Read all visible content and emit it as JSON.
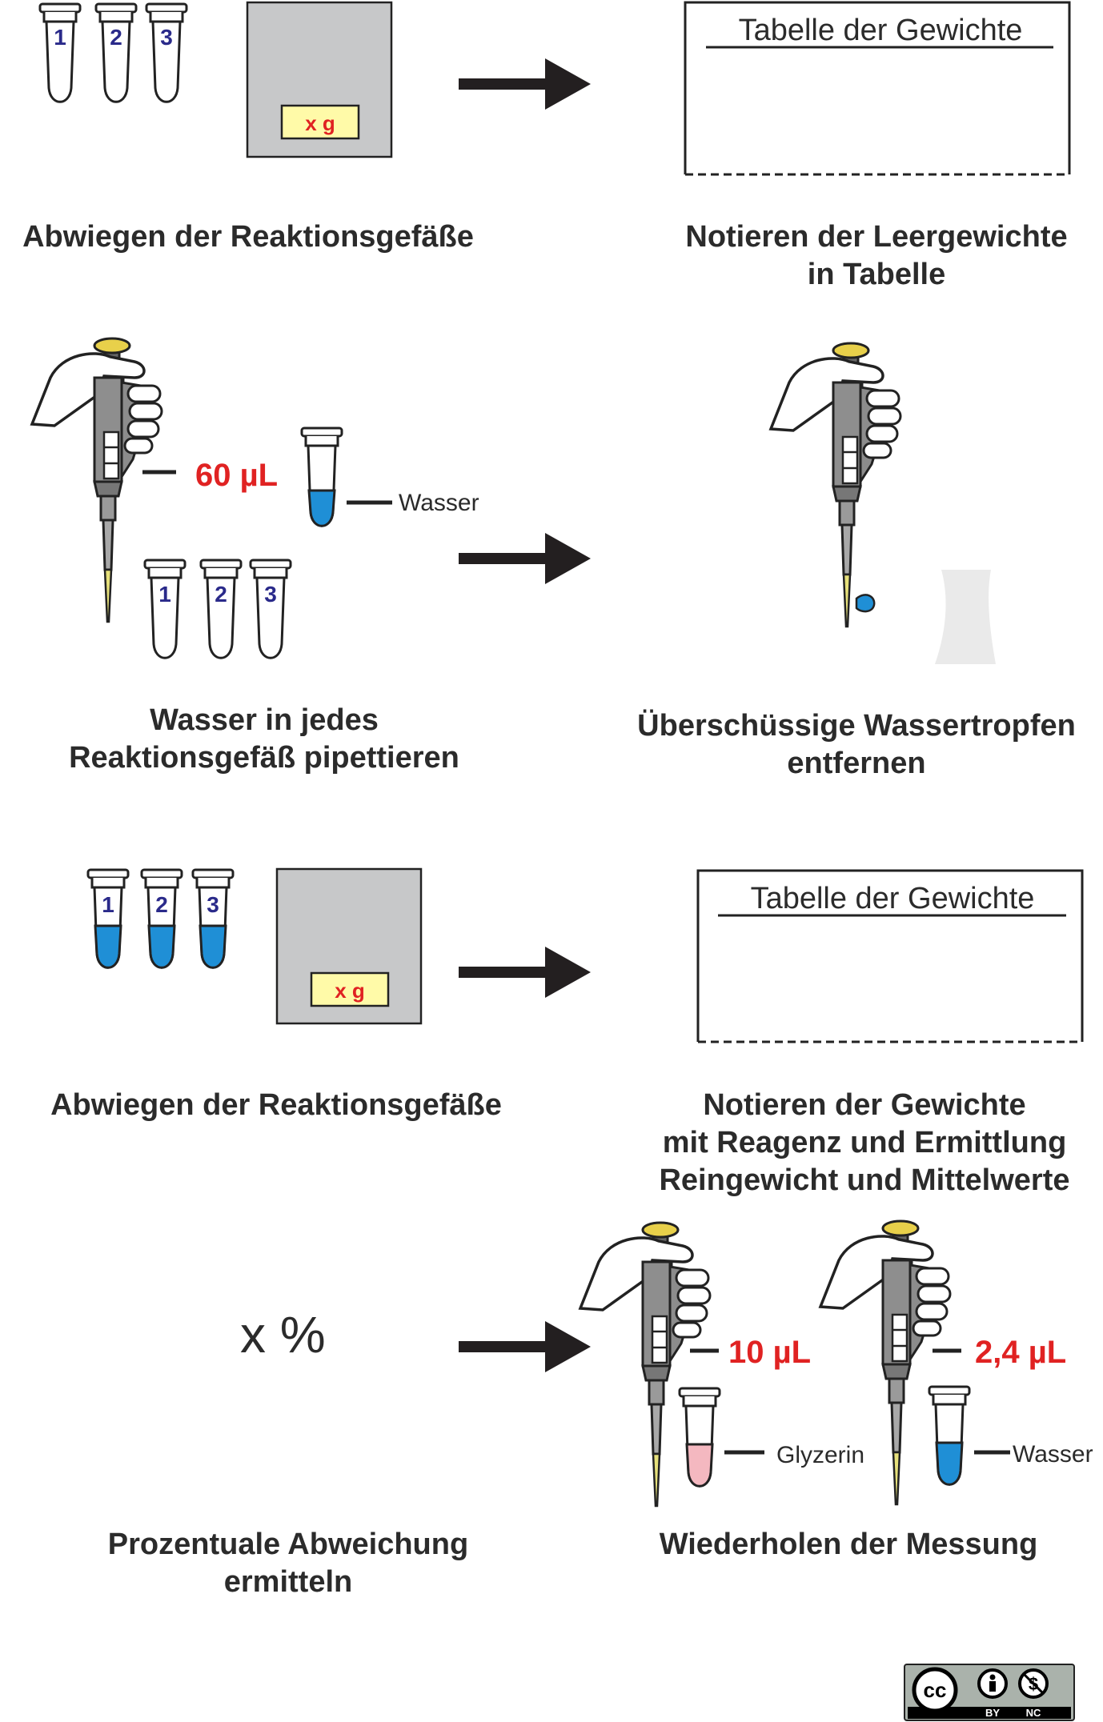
{
  "captions": {
    "weigh_empty": "Abwiegen der Reaktionsgefäße",
    "note_empty": [
      "Notieren der Leergewichte",
      "in Tabelle"
    ],
    "pipette_water": [
      "Wasser in jedes",
      "Reaktionsgefäß pipettieren"
    ],
    "remove_drops": [
      "Überschüssige Wassertropfen",
      "entfernen"
    ],
    "weigh_filled": "Abwiegen der Reaktionsgefäße",
    "note_filled": [
      "Notieren der Gewichte",
      "mit Reagenz und Ermittlung",
      "Reingewicht und Mittelwerte"
    ],
    "deviation": [
      "Prozentuale Abweichung",
      "ermitteln"
    ],
    "repeat": "Wiederholen der Messung"
  },
  "labels": {
    "table_title": "Tabelle der Gewichte",
    "scale_display": "x g",
    "tube_numbers": [
      "1",
      "2",
      "3"
    ],
    "volume_60": "60 µL",
    "volume_10": "10 µL",
    "volume_2_4": "2,4 µL",
    "water": "Wasser",
    "glycerin": "Glyzerin",
    "percent": "x %",
    "license_by": "BY",
    "license_nc": "NC"
  },
  "colors": {
    "water_blue": "#1f8fd6",
    "glycerin_pink": "#f4b8c0",
    "volume_red": "#e02222",
    "tube_number_blue": "#2a2a8a",
    "scale_gray": "#c7c8c9",
    "display_yellow": "#fffaa8",
    "arrow": "#231f20"
  }
}
